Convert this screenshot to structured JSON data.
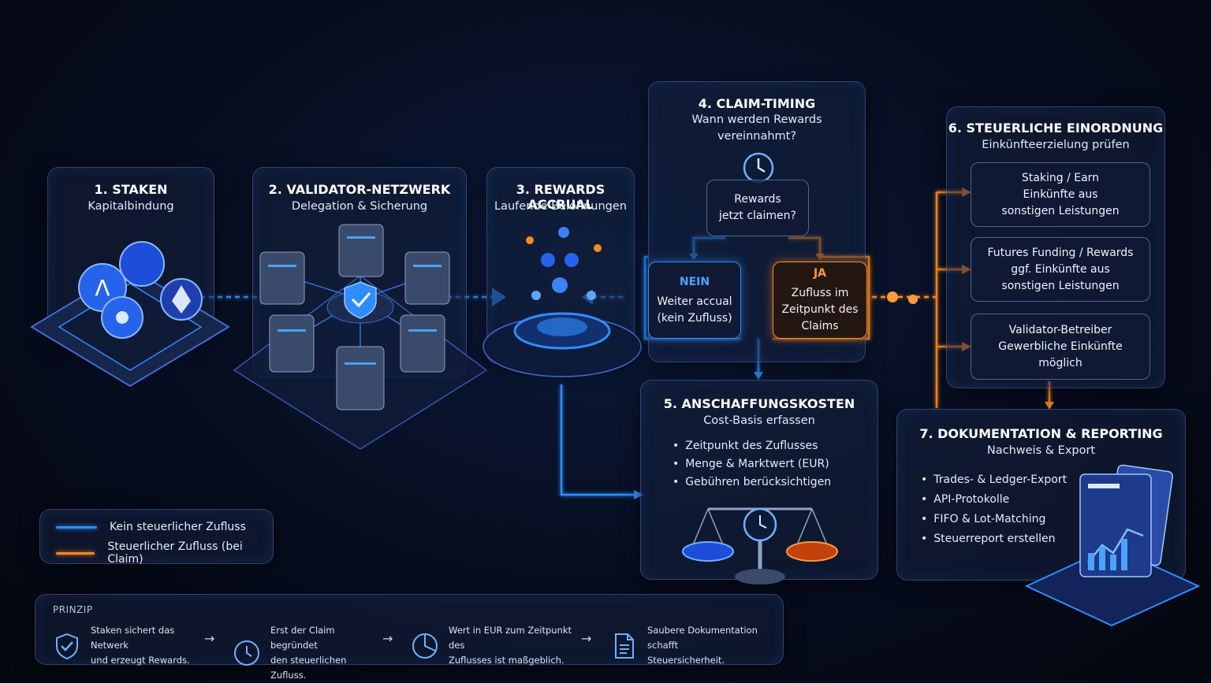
{
  "stages": {
    "s1": {
      "title": "1. STAKEN",
      "subtitle": "Kapitalbindung"
    },
    "s2": {
      "title": "2. VALIDATOR-NETZWERK",
      "subtitle": "Delegation & Sicherung"
    },
    "s3": {
      "title": "3. REWARDS ACCRUAL",
      "subtitle": "Laufende Belohnungen"
    },
    "s4": {
      "title": "4. CLAIM-TIMING",
      "subtitle_line1": "Wann werden Rewards",
      "subtitle_line2": "vereinnahmt?",
      "question_line1": "Rewards",
      "question_line2": "jetzt claimen?",
      "no": {
        "head": "NEIN",
        "line1": "Weiter accual",
        "line2": "(kein Zufluss)"
      },
      "yes": {
        "head": "JA",
        "line1": "Zufluss im",
        "line2": "Zeitpunkt des",
        "line3": "Claims"
      }
    },
    "s5": {
      "title": "5. ANSCHAFFUNGSKOSTEN",
      "subtitle": "Cost-Basis erfassen",
      "bullets": [
        "Zeitpunkt des Zuflusses",
        "Menge & Marktwert (EUR)",
        "Gebühren berücksichtigen"
      ]
    },
    "s6": {
      "title": "6. STEUERLICHE EINORDNUNG",
      "subtitle": "Einkünfteerzielung prüfen",
      "cases": [
        {
          "line1": "Staking / Earn",
          "line2": "Einkünfte aus",
          "line3": "sonstigen Leistungen"
        },
        {
          "line1": "Futures Funding / Rewards",
          "line2": "ggf. Einkünfte aus",
          "line3": "sonstigen Leistungen"
        },
        {
          "line1": "Validator-Betreiber",
          "line2": "Gewerbliche Einkünfte",
          "line3": "möglich"
        }
      ]
    },
    "s7": {
      "title": "7. DOKUMENTATION & REPORTING",
      "subtitle": "Nachweis & Export",
      "bullets": [
        "Trades- & Ledger-Export",
        "API-Protokolle",
        "FIFO & Lot-Matching",
        "Steuerreport erstellen"
      ]
    }
  },
  "legend": {
    "items": [
      {
        "label": "Kein steuerlicher Zufluss",
        "color": "#2f8dff"
      },
      {
        "label": "Steuerlicher Zufluss (bei Claim)",
        "color": "#ff8a1f"
      }
    ]
  },
  "principle": {
    "label": "PRINZIP",
    "items": [
      {
        "icon": "shield-check-icon",
        "line1": "Staken sichert das Netwerk",
        "line2": "und erzeugt Rewards."
      },
      {
        "icon": "clock-icon",
        "line1": "Erst der Claim begründet",
        "line2": "den steuerlichen Zufluss."
      },
      {
        "icon": "pie-chart-icon",
        "line1": "Wert in EUR zum Zeitpunkt des",
        "line2": "Zuflusses ist maßgeblich."
      },
      {
        "icon": "document-icon",
        "line1": "Saubere Dokumentation",
        "line2": "schafft Steuersicherheit."
      }
    ]
  },
  "colors": {
    "blue": "#2f8dff",
    "orange": "#ff8a1f",
    "background": "#070d1f"
  }
}
